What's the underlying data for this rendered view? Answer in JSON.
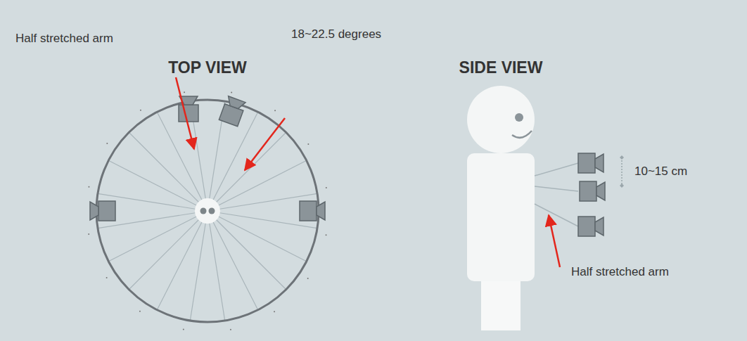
{
  "diagram": {
    "labels": [
      "TOP VIEW",
      "Half stretched arm",
      "18~22.5 degrees",
      "SIDE VIEW",
      "10~15 cm",
      "Half stretched arm"
    ]
  }
}
